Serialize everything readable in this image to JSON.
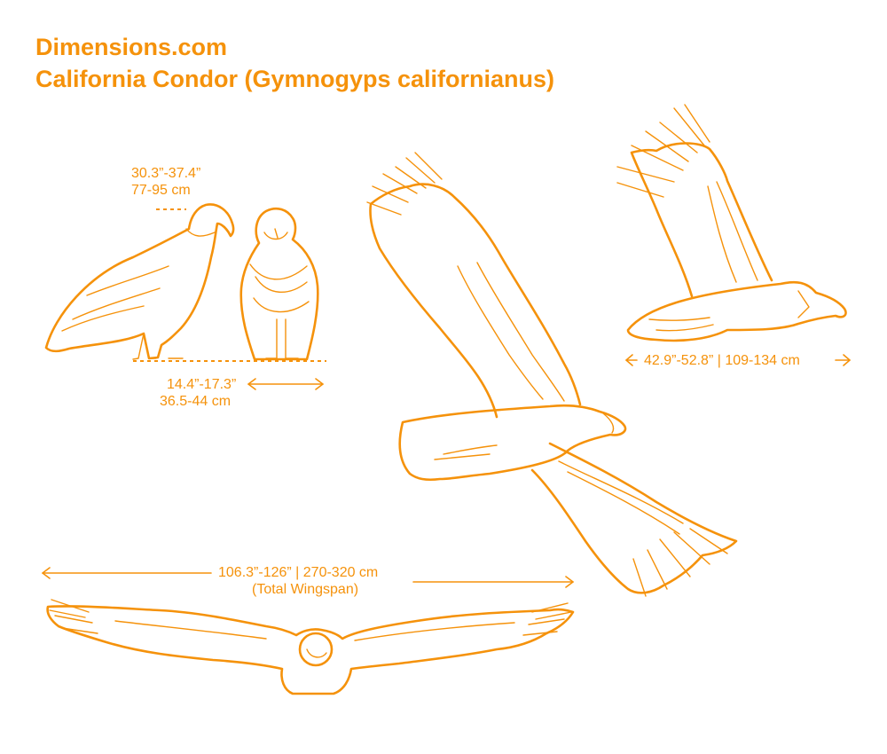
{
  "header": {
    "site": "Dimensions.com",
    "subject": "California Condor (Gymnogyps californianus)"
  },
  "labels": {
    "height_in": "30.3”-37.4”",
    "height_cm": "77-95 cm",
    "width_in": "14.4”-17.3”",
    "width_cm": "36.5-44 cm",
    "length": "42.9”-52.8” | 109-134 cm",
    "wingspan": "106.3”-126” | 270-320 cm",
    "wingspan_note": "(Total Wingspan)"
  },
  "colors": {
    "accent": "#F5920B",
    "background": "#FFFFFF"
  }
}
